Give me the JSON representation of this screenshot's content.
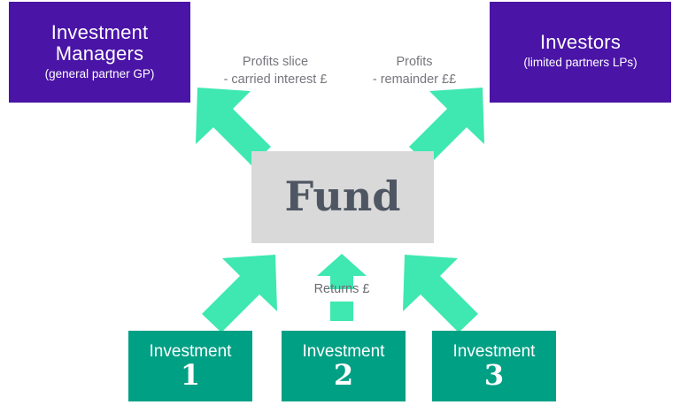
{
  "diagram": {
    "title": "Private equity fund structure flow diagram",
    "background_color": "#ffffff",
    "colors": {
      "party_box": "#4a14a6",
      "fund_box": "#d9d9d9",
      "fund_text": "#4f5663",
      "investment_box": "#00a085",
      "arrow": "#3ee8b0",
      "label_text": "#76767e"
    }
  },
  "parties": {
    "managers": {
      "title": "Investment Managers",
      "title_line1": "Investment",
      "title_line2": "Managers",
      "subtitle": "(general partner GP)"
    },
    "investors": {
      "title": "Investors",
      "title_line1": "Investors",
      "subtitle": "(limited partners LPs)"
    }
  },
  "fund": {
    "label": "Fund"
  },
  "investments": [
    {
      "word": "Investment",
      "number": "1"
    },
    {
      "word": "Investment",
      "number": "2"
    },
    {
      "word": "Investment",
      "number": "3"
    }
  ],
  "flows": {
    "carried_interest": {
      "line1": "Profits slice",
      "line2": "- carried interest £"
    },
    "remainder": {
      "line1": "Profits",
      "line2": "- remainder ££"
    },
    "returns": {
      "label": "Returns £"
    }
  },
  "arrows": [
    {
      "name": "arrow-fund-to-managers",
      "direction": "up-left"
    },
    {
      "name": "arrow-fund-to-investors",
      "direction": "up-right"
    },
    {
      "name": "arrow-investment1-to-fund",
      "direction": "up-right"
    },
    {
      "name": "arrow-investment2-to-fund",
      "direction": "up"
    },
    {
      "name": "arrow-investment3-to-fund",
      "direction": "up-left"
    }
  ]
}
